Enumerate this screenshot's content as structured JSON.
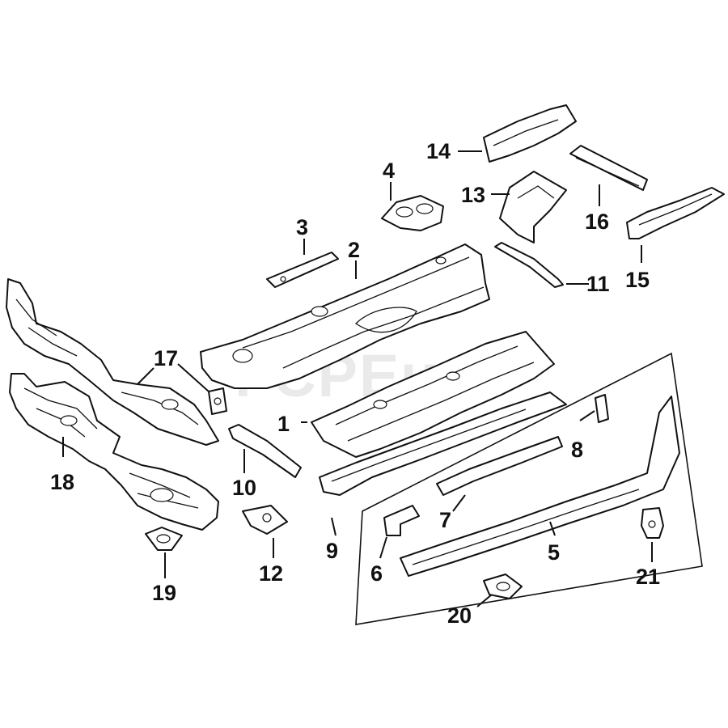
{
  "watermark": "FCPEuro",
  "callouts": [
    {
      "id": "1",
      "label": "1"
    },
    {
      "id": "2",
      "label": "2"
    },
    {
      "id": "3",
      "label": "3"
    },
    {
      "id": "4",
      "label": "4"
    },
    {
      "id": "5",
      "label": "5"
    },
    {
      "id": "6",
      "label": "6"
    },
    {
      "id": "7",
      "label": "7"
    },
    {
      "id": "8",
      "label": "8"
    },
    {
      "id": "9",
      "label": "9"
    },
    {
      "id": "10",
      "label": "10"
    },
    {
      "id": "11",
      "label": "11"
    },
    {
      "id": "12",
      "label": "12"
    },
    {
      "id": "13",
      "label": "13"
    },
    {
      "id": "14",
      "label": "14"
    },
    {
      "id": "15",
      "label": "15"
    },
    {
      "id": "16",
      "label": "16"
    },
    {
      "id": "17",
      "label": "17"
    },
    {
      "id": "18",
      "label": "18"
    },
    {
      "id": "19",
      "label": "19"
    },
    {
      "id": "20",
      "label": "20"
    },
    {
      "id": "21",
      "label": "21"
    }
  ]
}
